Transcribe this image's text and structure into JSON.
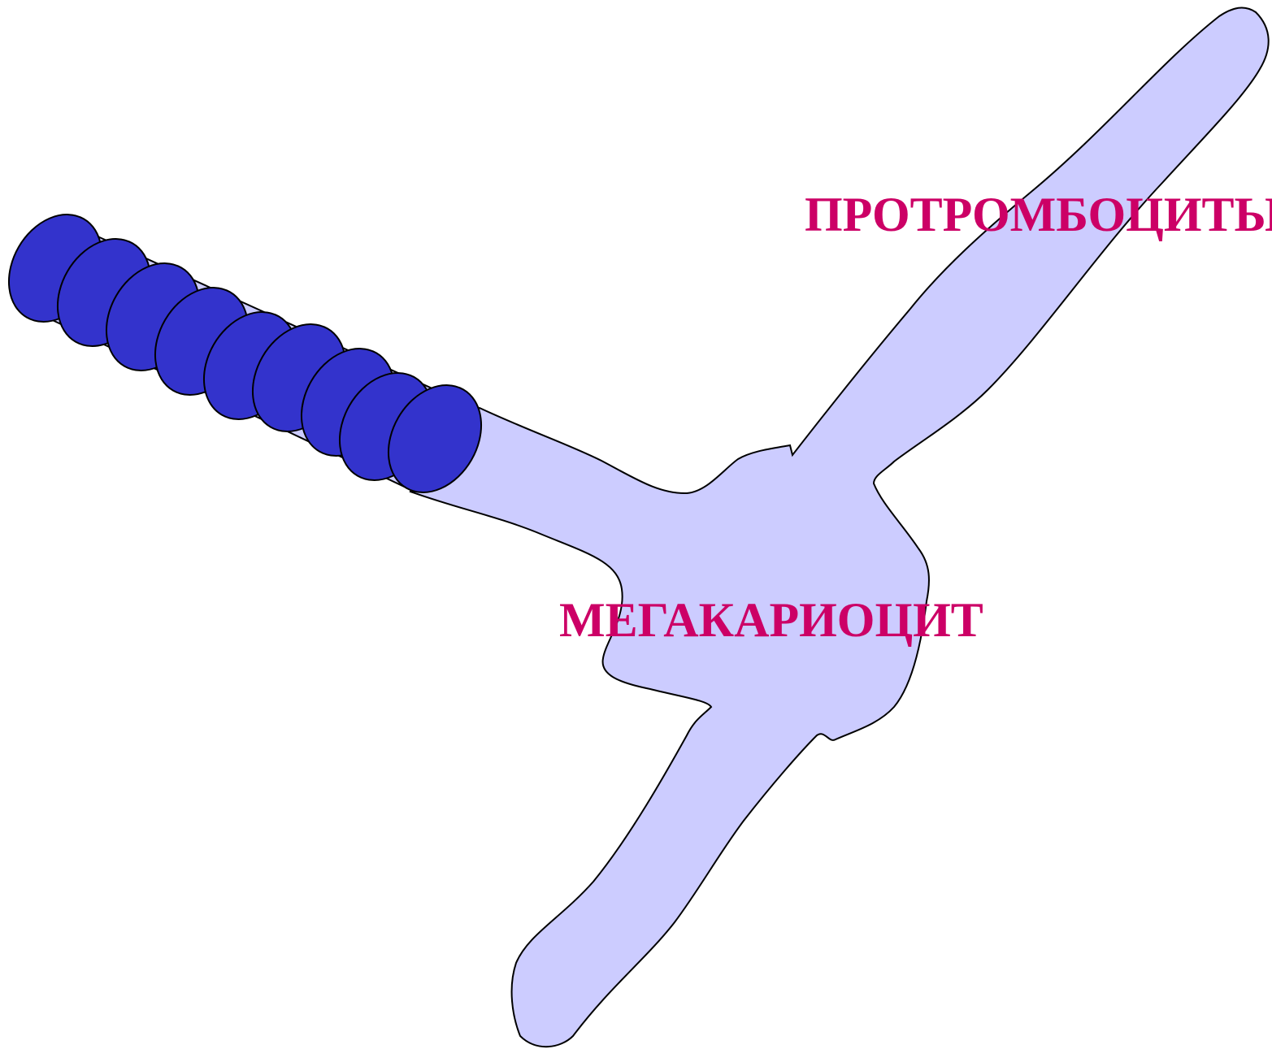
{
  "labels": {
    "proplatelets": "ПРОТРОМБОЦИТЫ",
    "megakaryocyte": "МЕГАКАРИОЦИТ"
  },
  "colors": {
    "cell_fill": "#ccccff",
    "platelet_fill": "#3333cc",
    "outline": "#000000",
    "label": "#cc0066",
    "background": "#ffffff"
  },
  "platelet_count": 9
}
